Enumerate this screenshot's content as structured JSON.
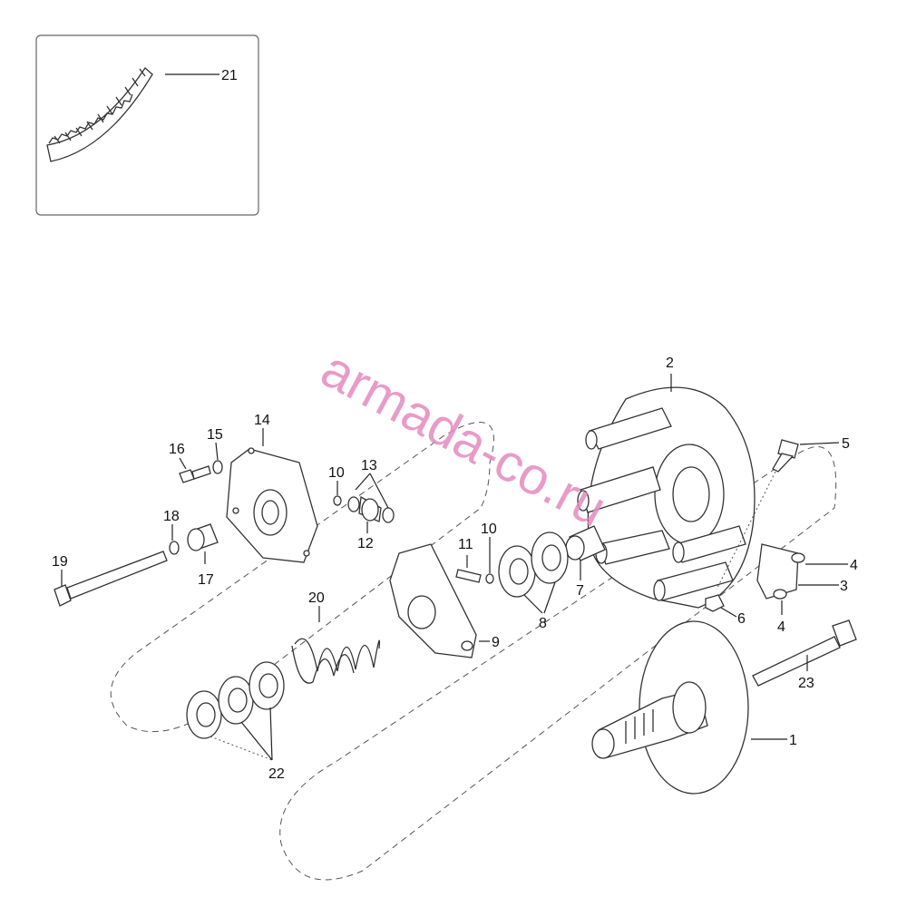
{
  "watermark": "armada-co.ru",
  "inset": {
    "callout": "21"
  },
  "callouts": {
    "c1": "1",
    "c2": "2",
    "c3": "3",
    "c4a": "4",
    "c4b": "4",
    "c5": "5",
    "c6": "6",
    "c7": "7",
    "c8": "8",
    "c9": "9",
    "c10a": "10",
    "c10b": "10",
    "c11": "11",
    "c12": "12",
    "c13": "13",
    "c14": "14",
    "c15": "15",
    "c16": "16",
    "c17": "17",
    "c18": "18",
    "c19": "19",
    "c20": "20",
    "c22": "22",
    "c23": "23"
  }
}
